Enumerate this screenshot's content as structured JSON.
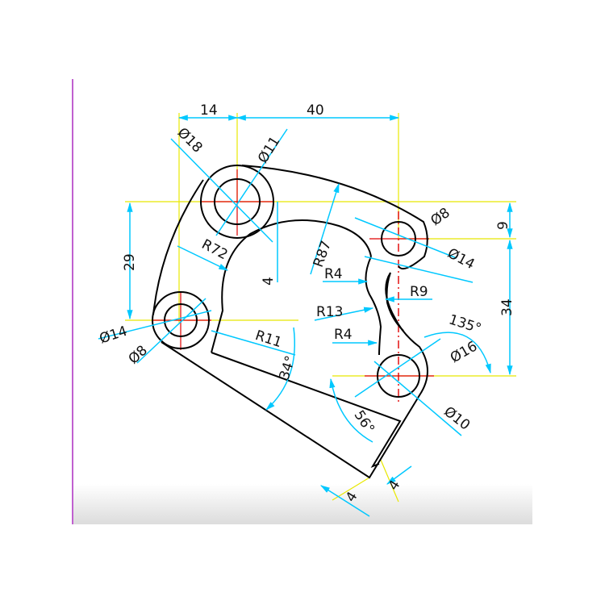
{
  "dimensions": {
    "d14_top": "14",
    "d40_top": "40",
    "dia18": "Ø18",
    "dia11": "Ø11",
    "dia8_right": "Ø8",
    "d9": "9",
    "d29": "29",
    "r72": "R72",
    "r87": "R87",
    "d4_inner": "4",
    "dia14_right": "Ø14",
    "r4_upper": "R4",
    "r9": "R9",
    "d34": "34",
    "r13": "R13",
    "dia14_left": "Ø14",
    "dia8_left": "Ø8",
    "r11": "R11",
    "r4_lower": "R4",
    "ang135": "135°",
    "dia16": "Ø16",
    "ang34": "34°",
    "ang56": "56°",
    "dia10": "Ø10",
    "d4_bottom_left": "4",
    "d4_bottom_right": "4"
  },
  "colors": {
    "part_outline": "#000000",
    "extension_lines": "#e8e800",
    "dimension_lines": "#00c8ff",
    "center_lines": "#e00000",
    "left_border": "#c060d0",
    "bottom_gradient": "#dcdcdc"
  }
}
